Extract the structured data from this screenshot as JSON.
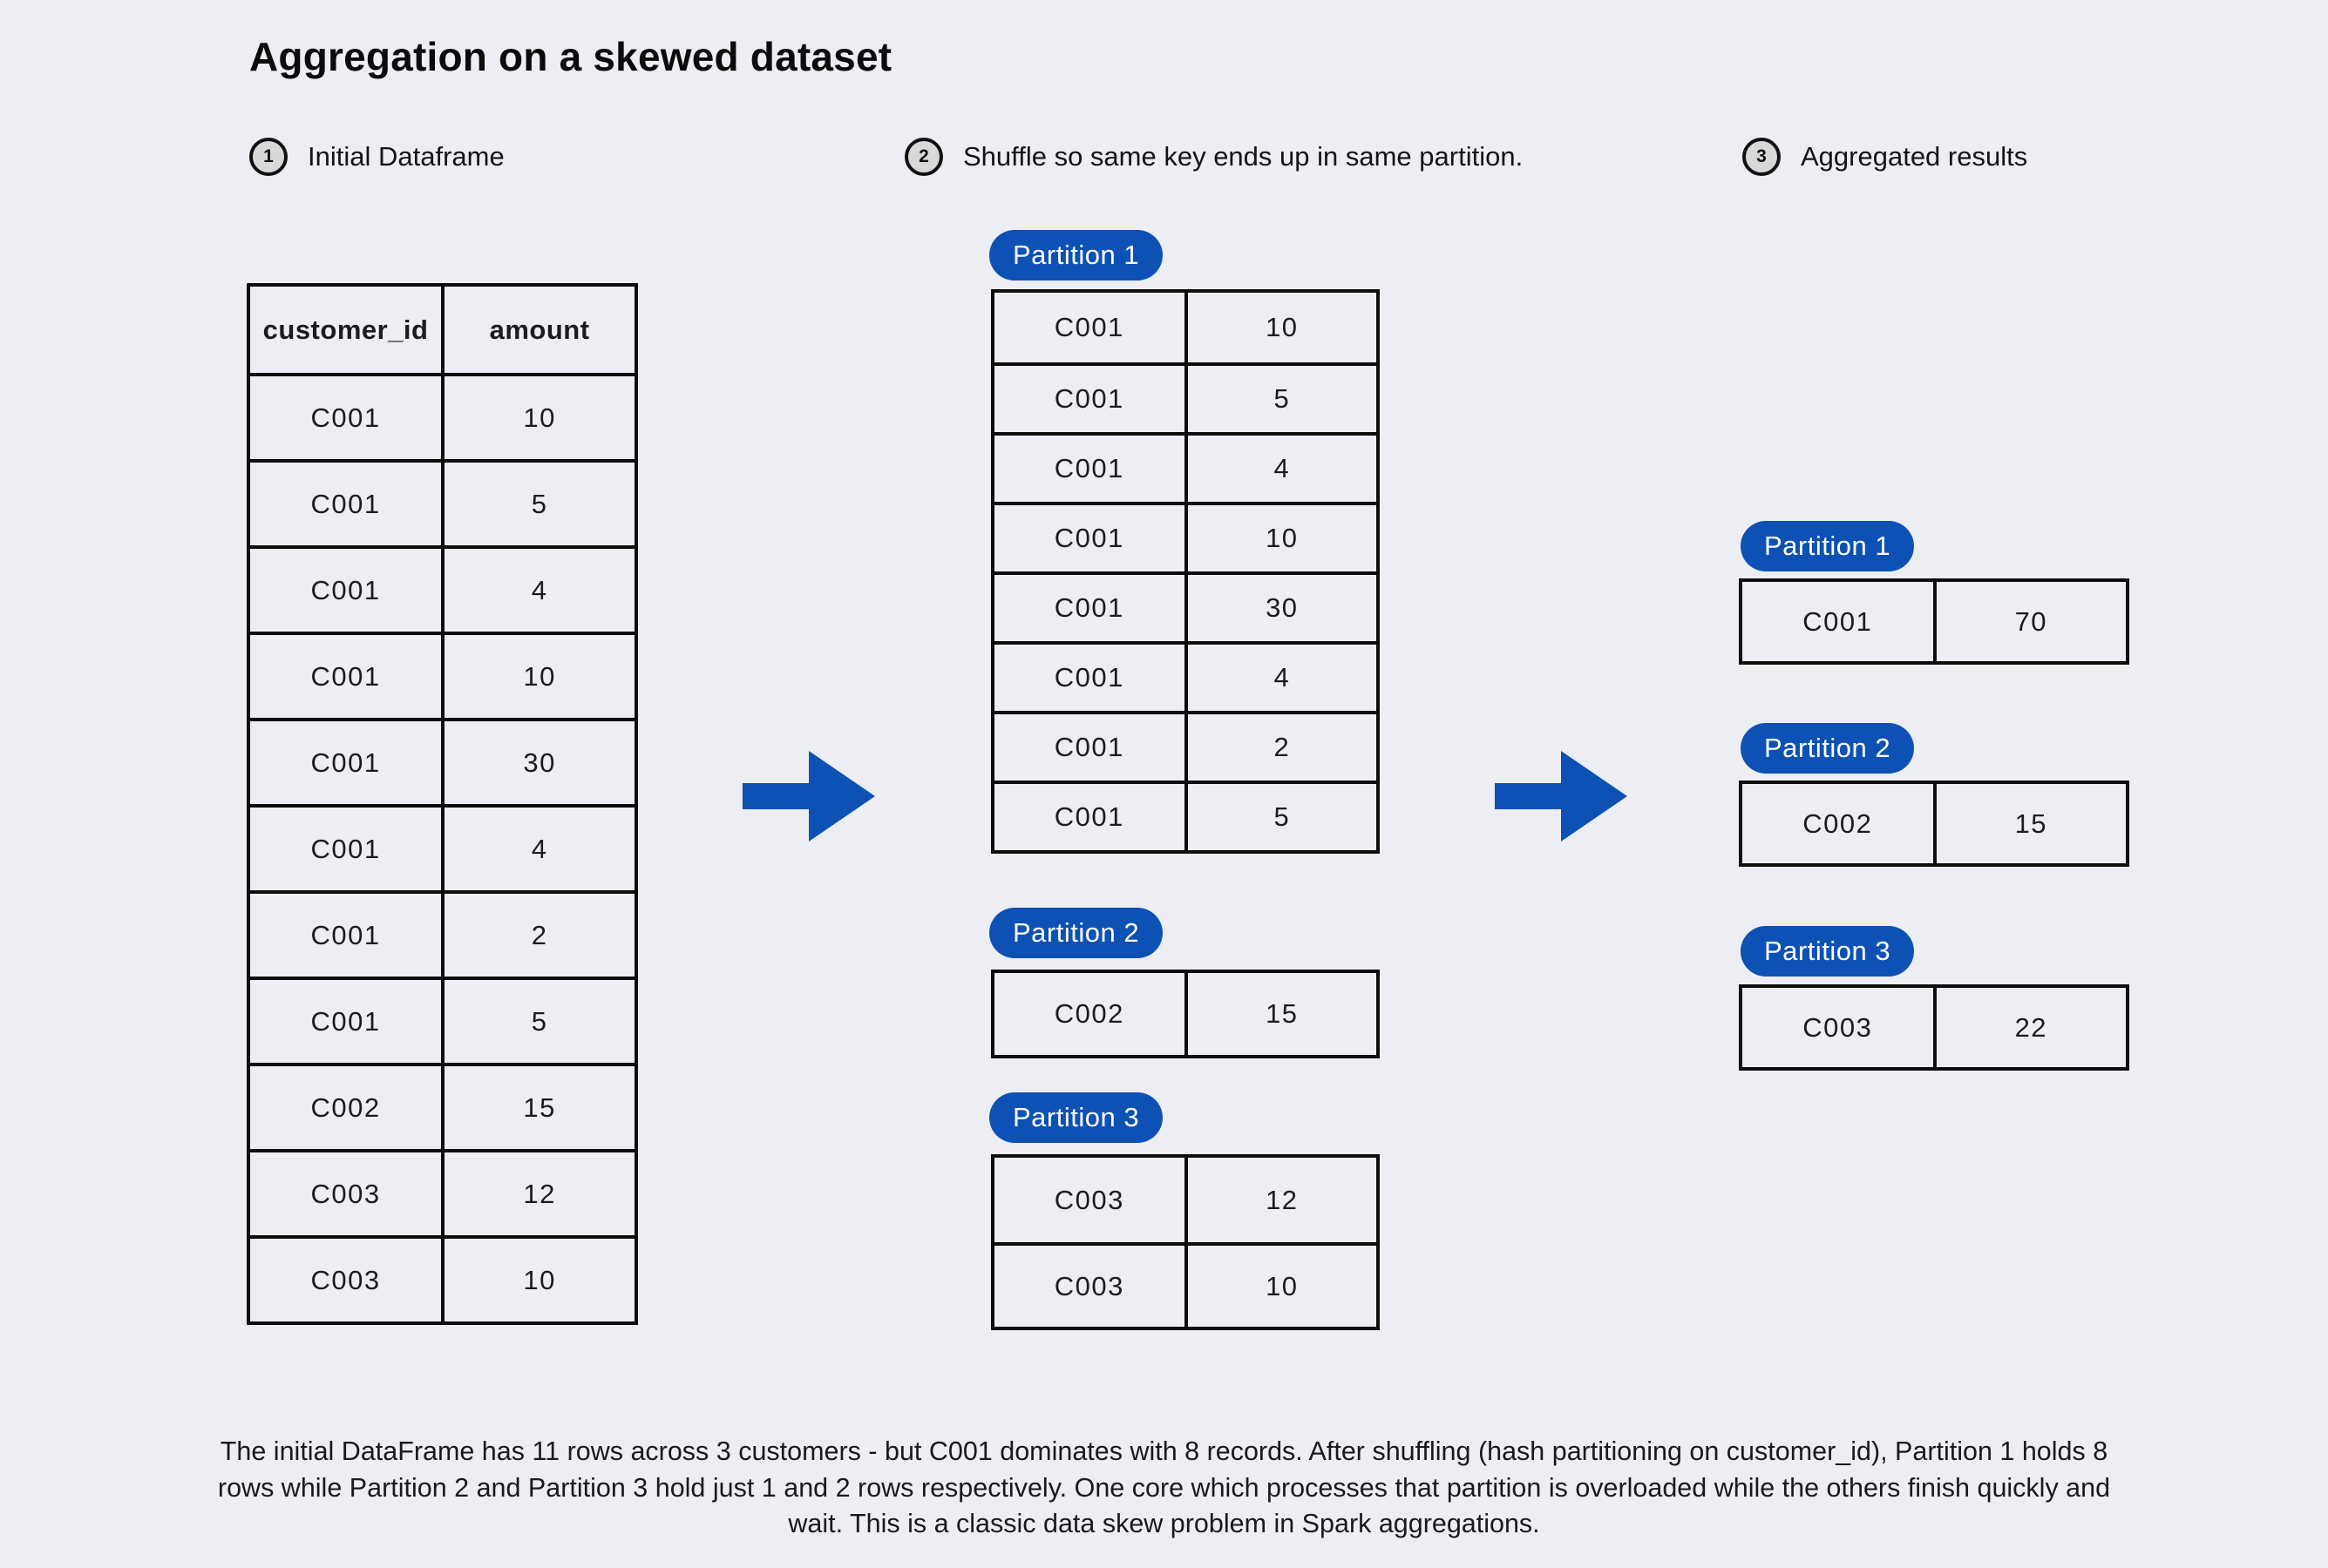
{
  "title": "Aggregation on a skewed dataset",
  "steps": [
    {
      "number": "1",
      "label": "Initial Dataframe"
    },
    {
      "number": "2",
      "label": "Shuffle so same key ends up in same partition."
    },
    {
      "number": "3",
      "label": "Aggregated results"
    }
  ],
  "initial_table": {
    "headers": [
      "customer_id",
      "amount"
    ],
    "rows": [
      [
        "C001",
        "10"
      ],
      [
        "C001",
        "5"
      ],
      [
        "C001",
        "4"
      ],
      [
        "C001",
        "10"
      ],
      [
        "C001",
        "30"
      ],
      [
        "C001",
        "4"
      ],
      [
        "C001",
        "2"
      ],
      [
        "C001",
        "5"
      ],
      [
        "C002",
        "15"
      ],
      [
        "C003",
        "12"
      ],
      [
        "C003",
        "10"
      ]
    ]
  },
  "shuffle_partitions": [
    {
      "label": "Partition 1",
      "rows": [
        [
          "C001",
          "10"
        ],
        [
          "C001",
          "5"
        ],
        [
          "C001",
          "4"
        ],
        [
          "C001",
          "10"
        ],
        [
          "C001",
          "30"
        ],
        [
          "C001",
          "4"
        ],
        [
          "C001",
          "2"
        ],
        [
          "C001",
          "5"
        ]
      ]
    },
    {
      "label": "Partition 2",
      "rows": [
        [
          "C002",
          "15"
        ]
      ]
    },
    {
      "label": "Partition 3",
      "rows": [
        [
          "C003",
          "12"
        ],
        [
          "C003",
          "10"
        ]
      ]
    }
  ],
  "aggregated_partitions": [
    {
      "label": "Partition 1",
      "rows": [
        [
          "C001",
          "70"
        ]
      ]
    },
    {
      "label": "Partition 2",
      "rows": [
        [
          "C002",
          "15"
        ]
      ]
    },
    {
      "label": "Partition 3",
      "rows": [
        [
          "C003",
          "22"
        ]
      ]
    }
  ],
  "caption": "The initial DataFrame has 11 rows across 3 customers - but C001 dominates with 8 records. After shuffling (hash partitioning on customer_id), Partition 1 holds 8 rows while Partition 2 and Partition 3 hold just 1 and 2 rows respectively. One core which processes that partition is overloaded while the others finish quickly and wait. This is a classic data skew problem in Spark aggregations.",
  "colors": {
    "accent_blue": "#0d51b4",
    "background": "#edeef3",
    "border": "#0d0d0d",
    "step_circle_fill": "#d8d8da",
    "pill_text": "#ffffff"
  }
}
